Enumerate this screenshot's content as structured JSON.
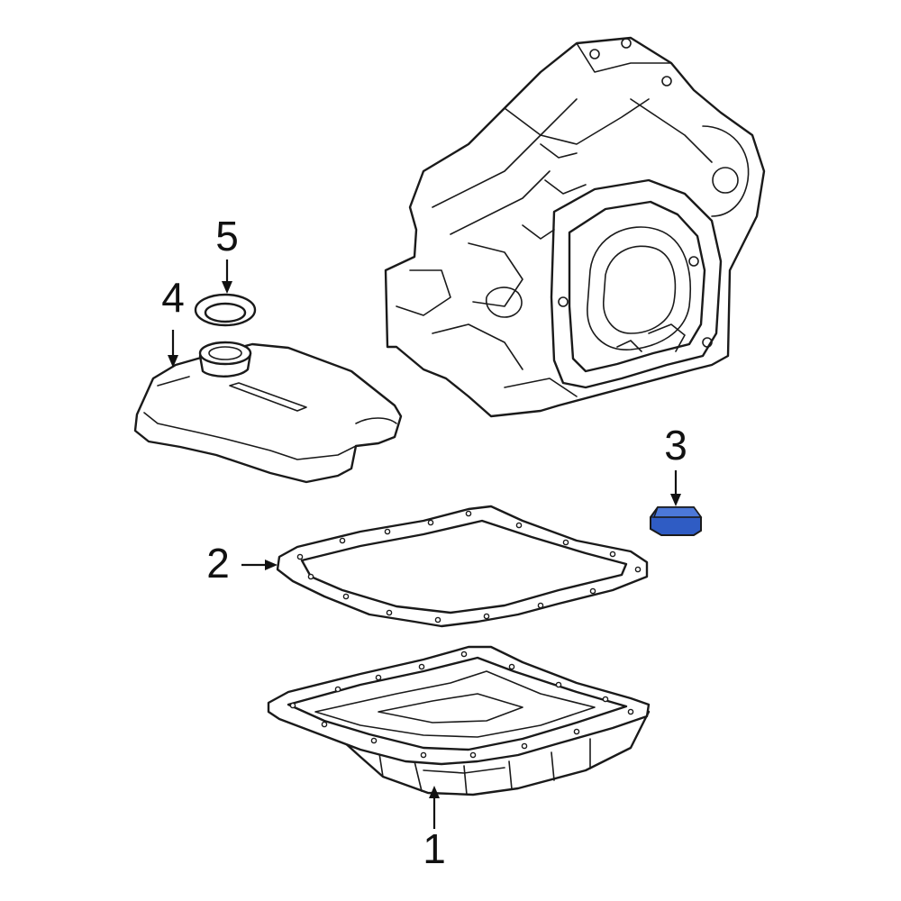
{
  "diagram": {
    "callouts": [
      {
        "id": "1",
        "label": "1"
      },
      {
        "id": "2",
        "label": "2"
      },
      {
        "id": "3",
        "label": "3"
      },
      {
        "id": "4",
        "label": "4"
      },
      {
        "id": "5",
        "label": "5"
      }
    ],
    "highlight_color": "#2f5cc4",
    "line_color": "#1a1a1a"
  }
}
